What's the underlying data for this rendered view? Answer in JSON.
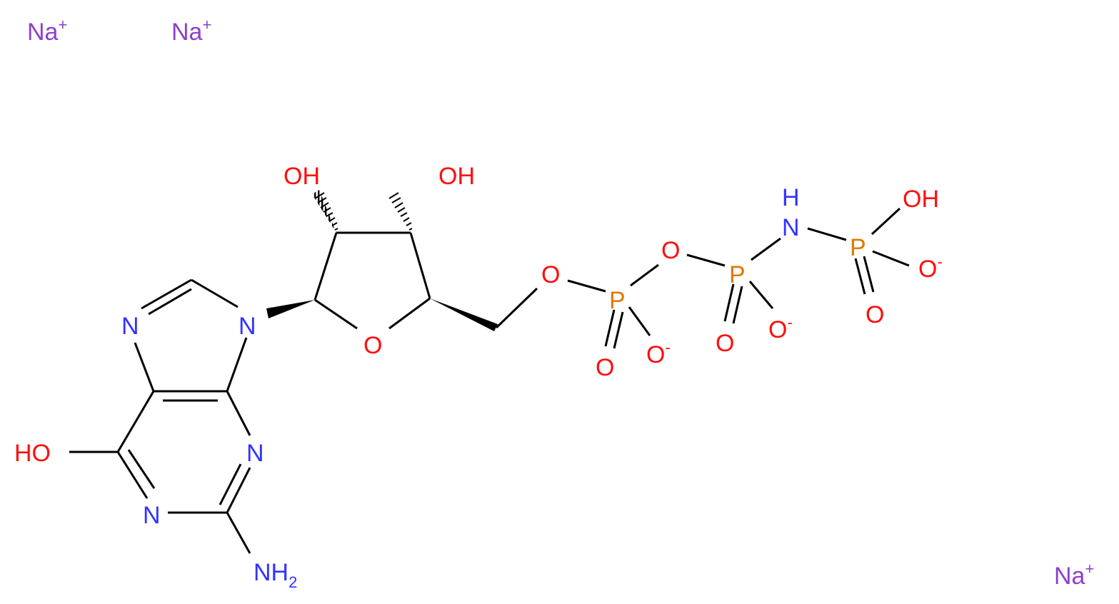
{
  "colors": {
    "N": "#3333ff",
    "O": "#ff0d0d",
    "P": "#e07a00",
    "Na": "#8c40d0",
    "bond": "#000000"
  },
  "counterions": [
    {
      "symbol": "Na",
      "charge": "+"
    },
    {
      "symbol": "Na",
      "charge": "+"
    },
    {
      "symbol": "Na",
      "charge": "+"
    }
  ],
  "atoms": {
    "ribose_ho_1": "OH",
    "ribose_ho_2": "OH",
    "phosphate_oh": "OH",
    "imido_nh_N": "N",
    "imido_nh_H": "H",
    "ring_O": "O",
    "ester_O": "O",
    "bridge_O": "O",
    "P_alpha": "P",
    "P_beta": "P",
    "P_gamma": "P",
    "P_alpha_dbl_O": "O",
    "P_alpha_Ominus": "O",
    "P_alpha_charge": "-",
    "P_beta_dbl_O": "O",
    "P_beta_Ominus": "O",
    "P_beta_charge": "-",
    "P_gamma_dbl_O": "O",
    "P_gamma_Ominus": "O",
    "P_gamma_charge": "-",
    "N7": "N",
    "N9": "N",
    "N3": "N",
    "N1": "N",
    "purine_HO": "HO",
    "amino_N": "NH",
    "amino_sub": "2"
  }
}
